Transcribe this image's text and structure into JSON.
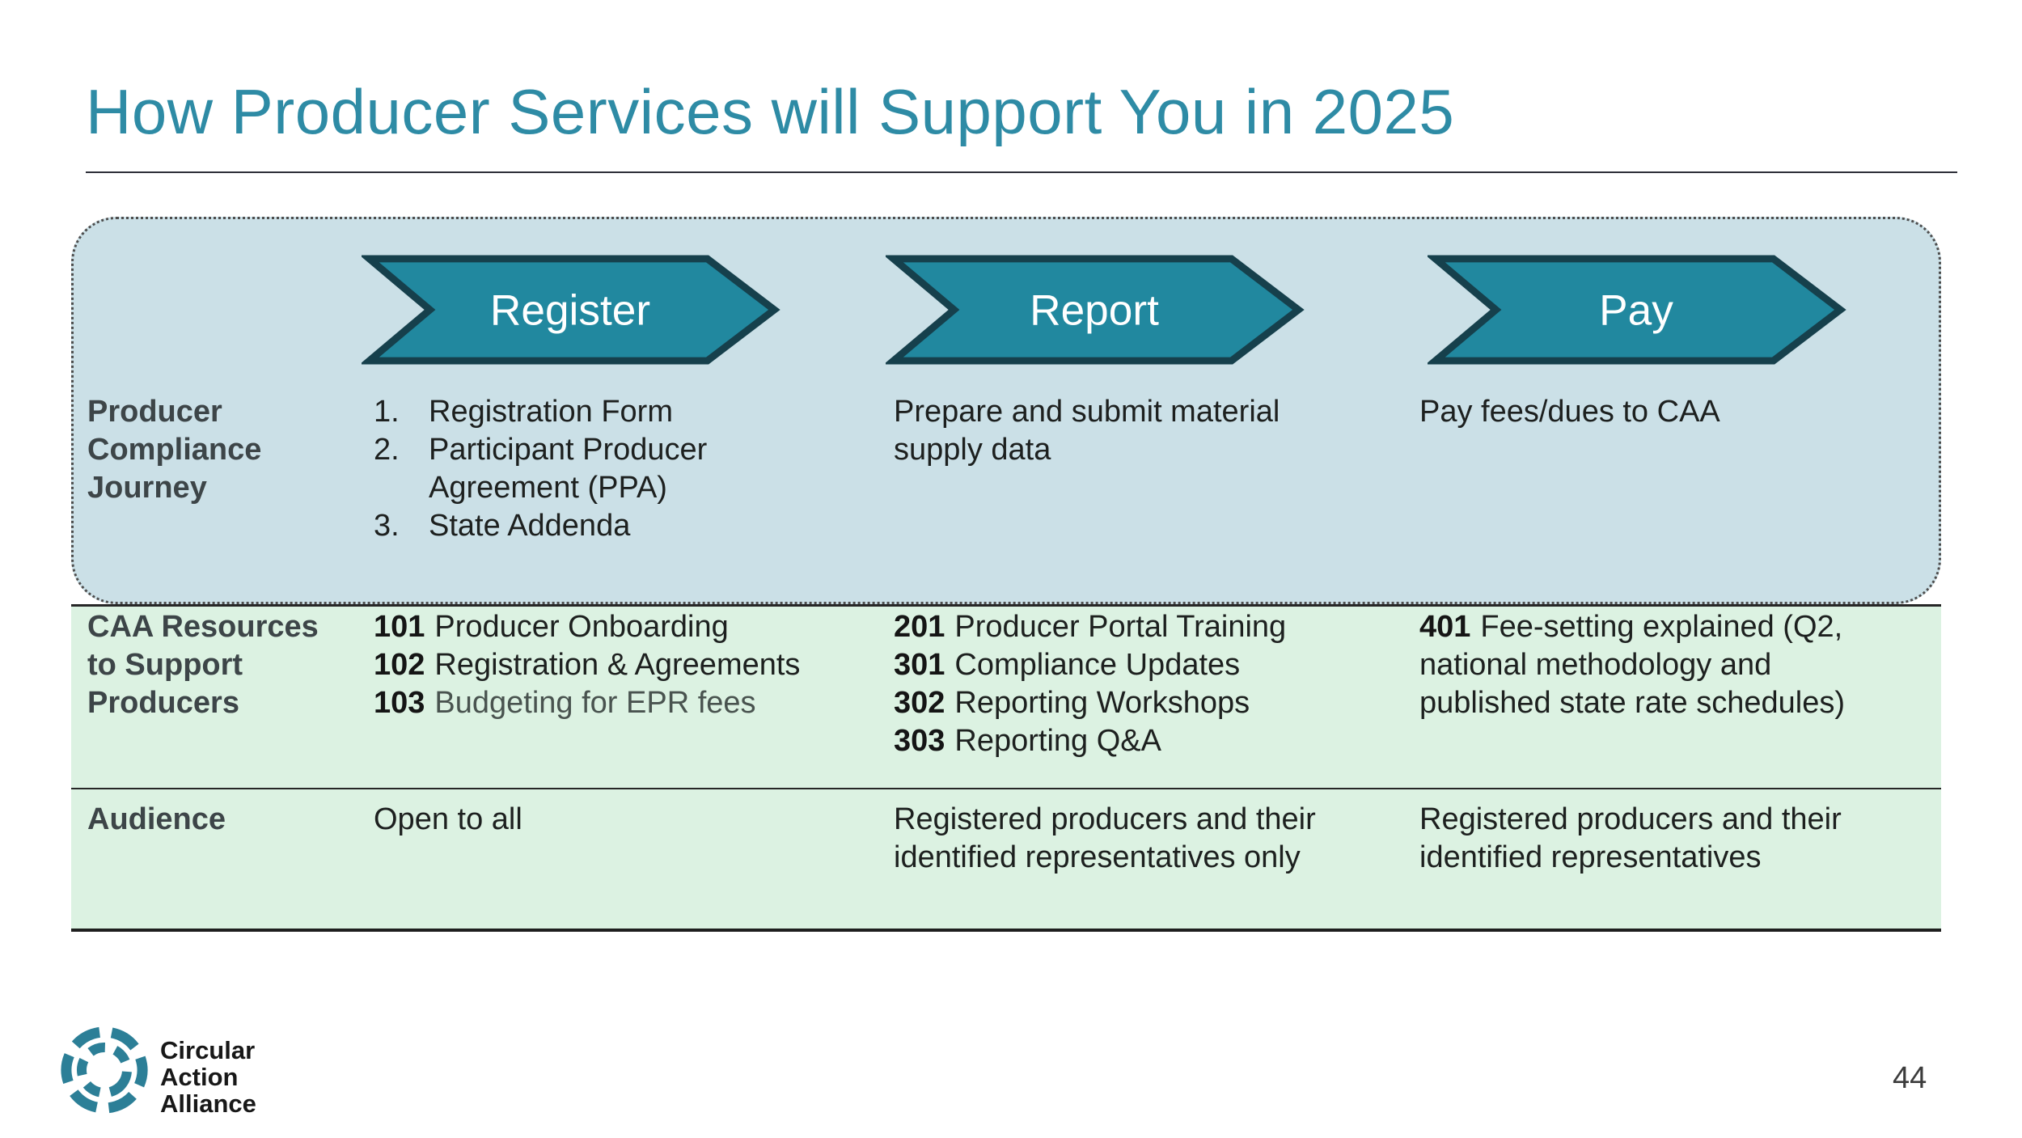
{
  "title": "How Producer Services will Support You in 2025",
  "page_number": "44",
  "stages": {
    "register": "Register",
    "report": "Report",
    "pay": "Pay"
  },
  "rows": {
    "journey": {
      "label": "Producer Compliance Journey",
      "register_items": [
        {
          "num": "1.",
          "text": "Registration Form"
        },
        {
          "num": "2.",
          "text": "Participant Producer Agreement (PPA)"
        },
        {
          "num": "3.",
          "text": "State Addenda"
        }
      ],
      "report": "Prepare and submit material supply data",
      "pay": "Pay fees/dues to CAA"
    },
    "resources": {
      "label": "CAA Resources to Support Producers",
      "register_items": [
        {
          "code": "101",
          "text": "Producer Onboarding"
        },
        {
          "code": "102",
          "text": "Registration & Agreements"
        },
        {
          "code": "103",
          "text": "Budgeting for EPR fees"
        }
      ],
      "report_items": [
        {
          "code": "201",
          "text": "Producer Portal Training"
        },
        {
          "code": "301",
          "text": "Compliance Updates"
        },
        {
          "code": "302",
          "text": "Reporting Workshops"
        },
        {
          "code": "303",
          "text": "Reporting Q&A"
        }
      ],
      "pay_items": [
        {
          "code": "401",
          "text": "Fee-setting explained (Q2, national methodology and published state rate schedules)"
        }
      ]
    },
    "audience": {
      "label": "Audience",
      "register": "Open to all",
      "report": "Registered producers and their identified representatives only",
      "pay": "Registered producers and their identified representatives"
    }
  },
  "logo": {
    "lines": [
      "Circular",
      "Action",
      "Alliance"
    ]
  },
  "colors": {
    "title_teal": "#2E8BA5",
    "arrow_fill": "#21889F",
    "arrow_border": "#16404C",
    "panel_blue": "#CBE0E7",
    "band_green": "#DCF2E2",
    "logo_teal": "#2C7F97"
  }
}
